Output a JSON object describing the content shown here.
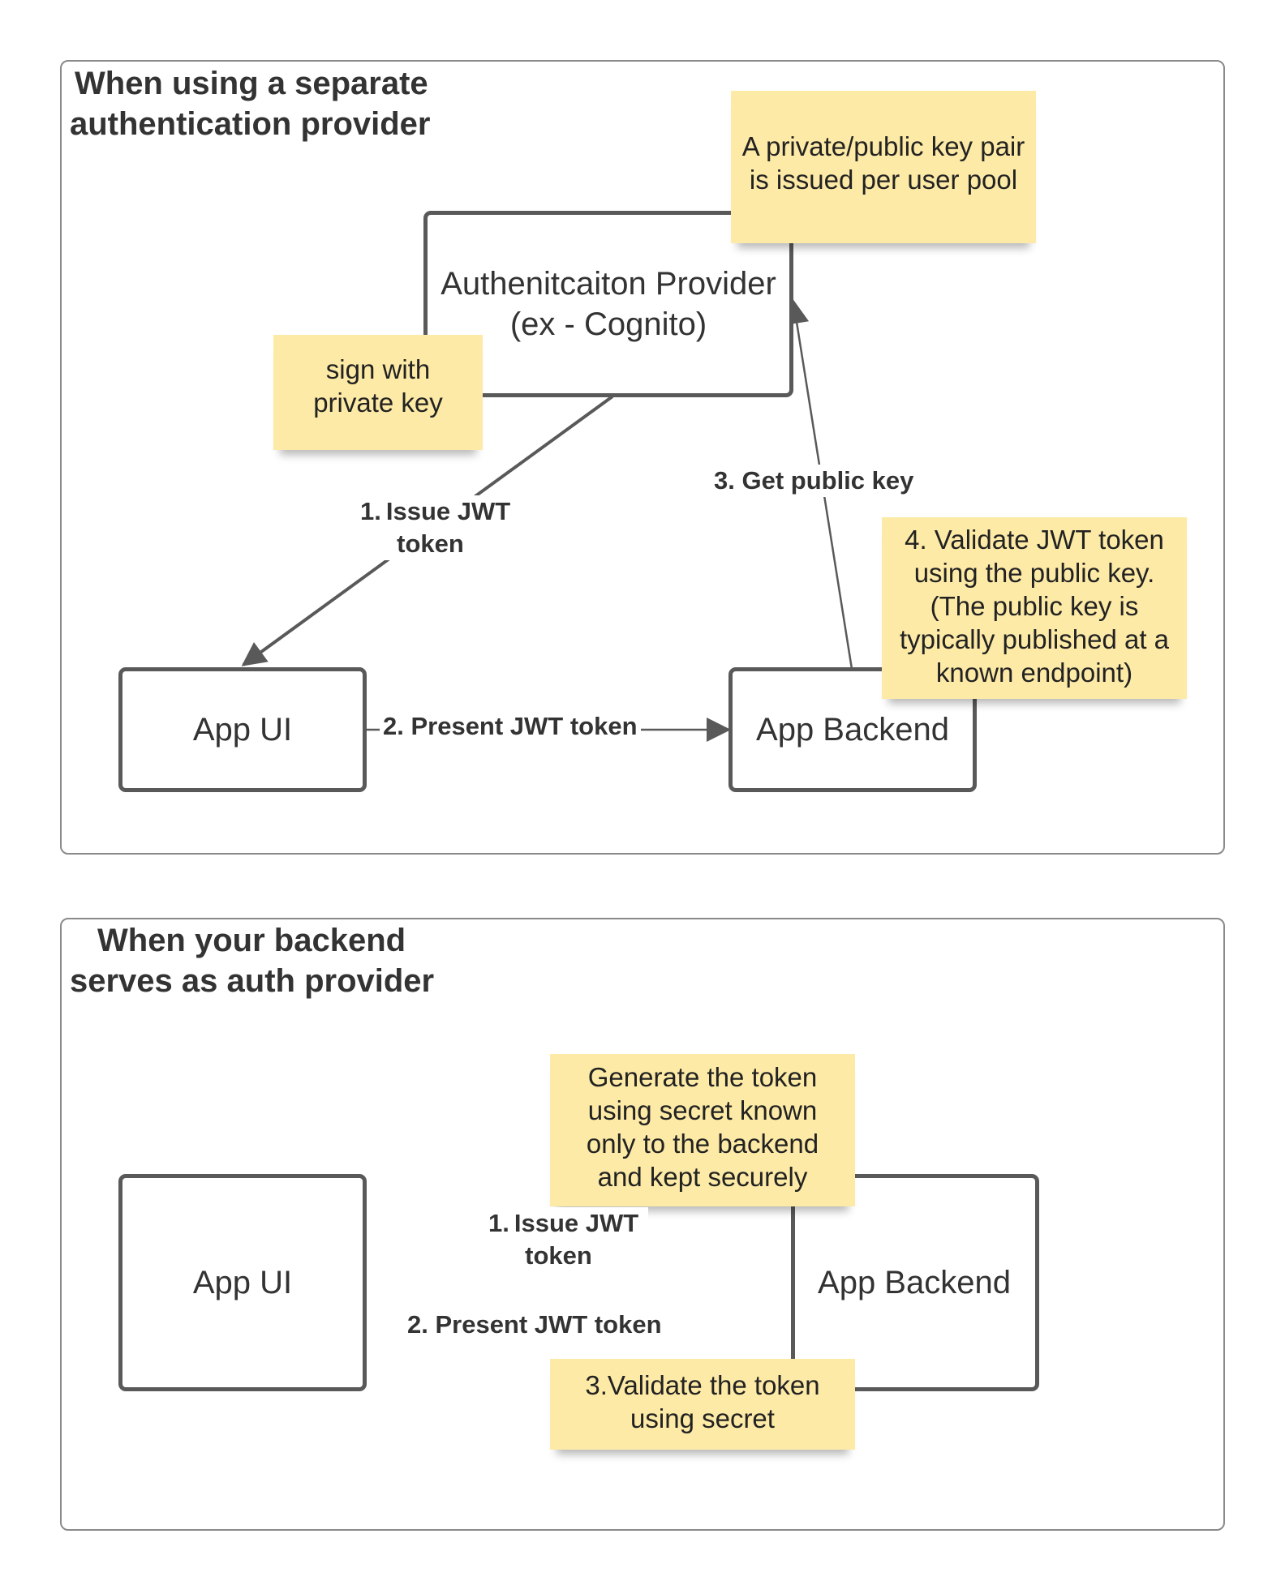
{
  "panel_top": {
    "title_line1": "When using a separate",
    "title_line2": "authentication provider",
    "provider_box_line1": "Authenitcaiton Provider",
    "provider_box_line2": "(ex - Cognito)",
    "app_ui_box": "App UI",
    "app_backend_box": "App Backend",
    "note_keypair_line1": "A private/public key pair",
    "note_keypair_line2": "is issued per user pool",
    "note_sign_line1": "sign with",
    "note_sign_line2": "private key",
    "note_validate_line1": "4. Validate JWT token",
    "note_validate_line2": "using the public key.",
    "note_validate_line3": "(The public key is",
    "note_validate_line4": "typically published at a",
    "note_validate_line5": "known endpoint)",
    "edge_issue_num": "1.",
    "edge_issue_line1": "Issue JWT",
    "edge_issue_line2": "token",
    "edge_present": "2. Present JWT token",
    "edge_getkey": "3. Get public key"
  },
  "panel_bottom": {
    "title_line1": "When your backend",
    "title_line2": "serves as auth provider",
    "app_ui_box": "App UI",
    "app_backend_box": "App Backend",
    "note_generate_line1": "Generate the token",
    "note_generate_line2": "using secret known",
    "note_generate_line3": "only to the backend",
    "note_generate_line4": "and kept securely",
    "note_validate_line1": "3.Validate the token",
    "note_validate_line2": "using secret",
    "edge_issue_num": "1.",
    "edge_issue_line1": "Issue JWT",
    "edge_issue_line2": "token",
    "edge_present": "2. Present JWT token"
  },
  "colors": {
    "box_border": "#595959",
    "panel_border": "#8a8a8a",
    "note_fill": "#fdeaa6",
    "text": "#333333"
  }
}
